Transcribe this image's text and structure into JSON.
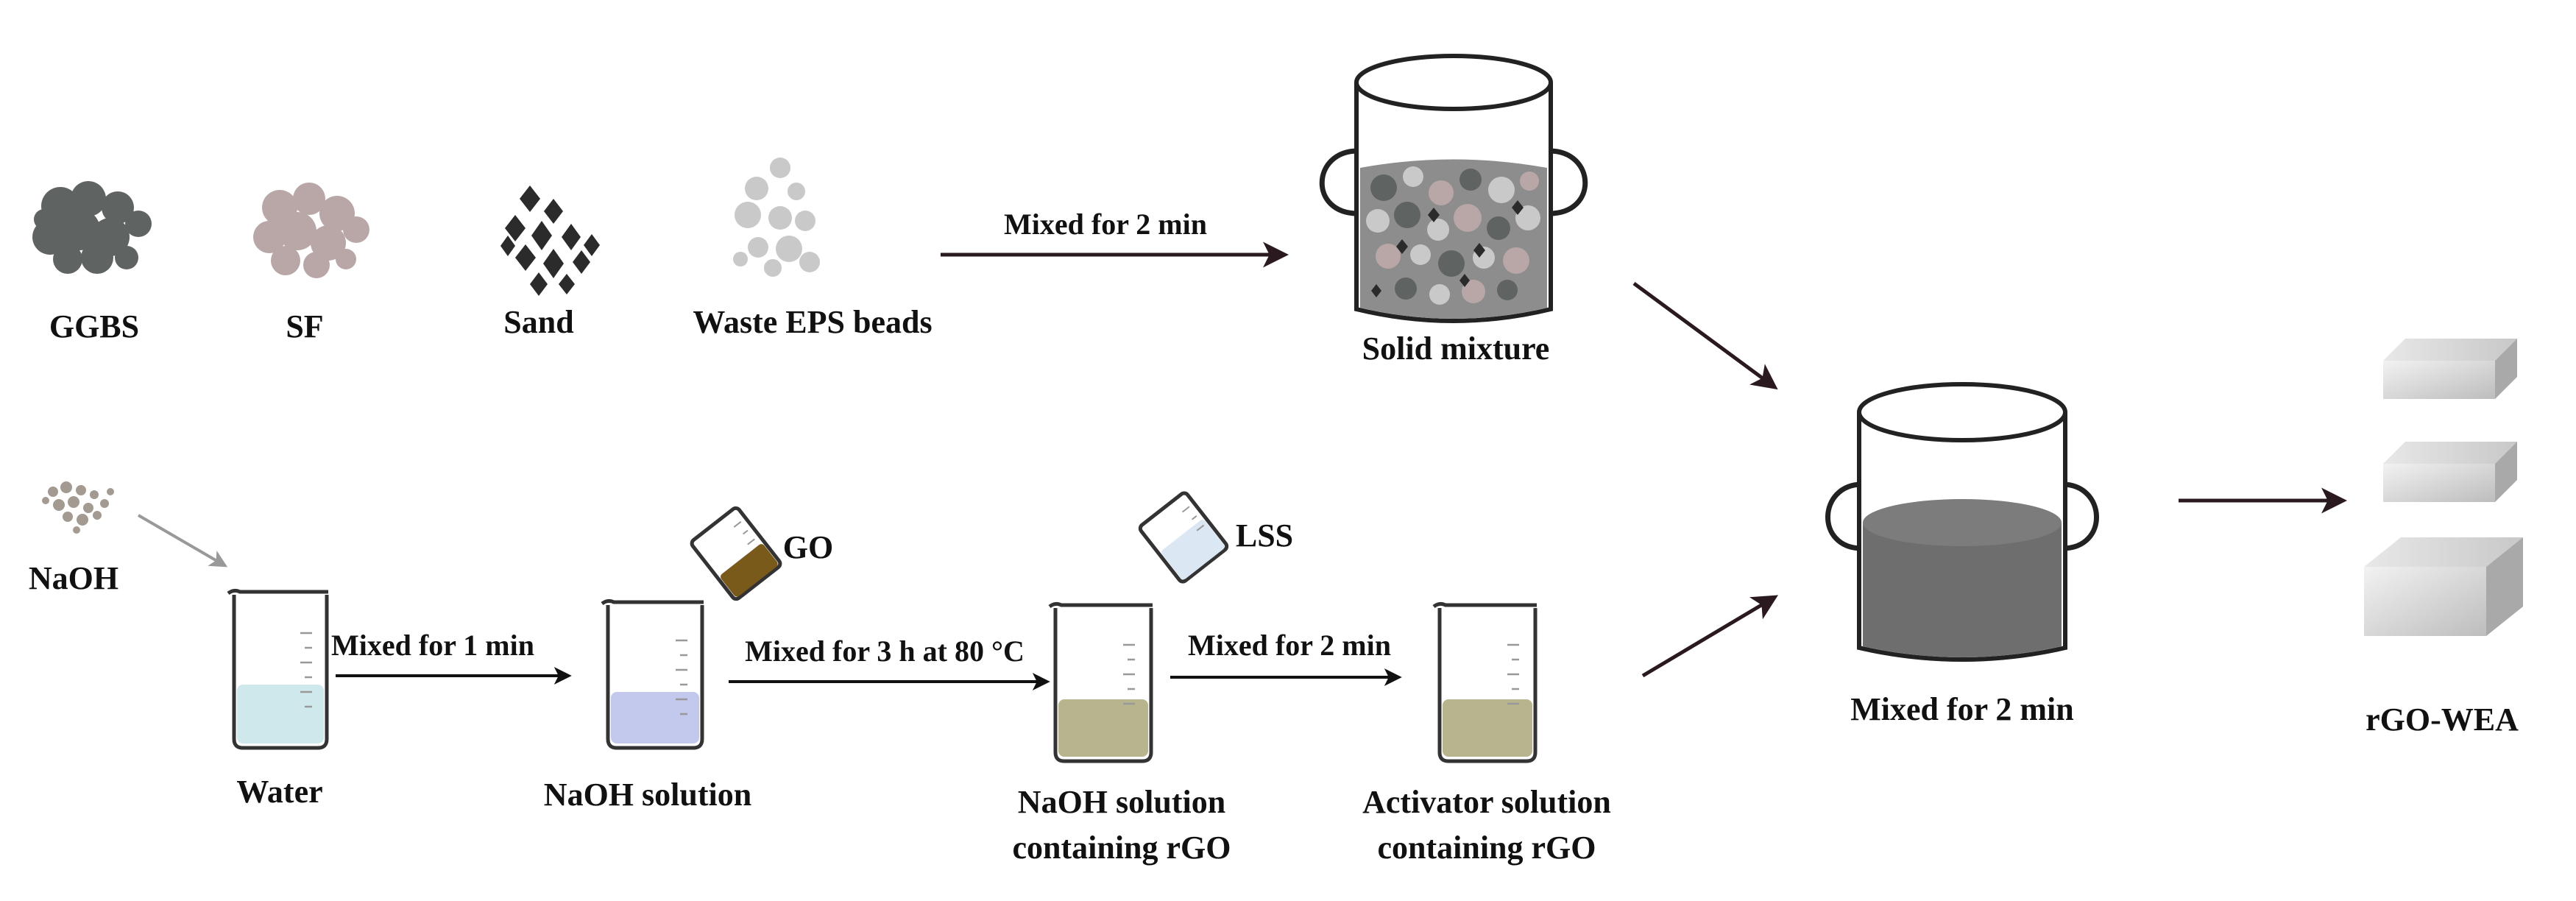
{
  "materials": {
    "ggbs": "GGBS",
    "sf": "SF",
    "sand": "Sand",
    "eps": "Waste EPS beads",
    "naoh": "NaOH"
  },
  "steps": {
    "mix_solids": "Mixed for 2 min",
    "solid_mixture": "Solid mixture",
    "mix_1min": "Mixed for 1 min",
    "mix_3h": "Mixed for 3 h at 80 °C",
    "mix_2min_small": "Mixed for 2 min",
    "final_mix": "Mixed for 2 min",
    "product": "rGO-WEA"
  },
  "reagents": {
    "go": "GO",
    "lss": "LSS"
  },
  "solutions": {
    "water": "Water",
    "naoh_solution": "NaOH solution",
    "naoh_rgo_line1": "NaOH solution",
    "naoh_rgo_line2": "containing rGO",
    "activator_line1": "Activator solution",
    "activator_line2": "containing rGO"
  },
  "colors": {
    "ggbs": "#5f6362",
    "sf": "#b9a7a7",
    "sand": "#2b2b2b",
    "eps": "#c9c9c9",
    "water": "#cfe8ec",
    "naoh_solution": "#c3c9ec",
    "rgo_solution": "#b8b58e",
    "go": "#7a5a1a",
    "lss": "#dbe7f3",
    "final_mix": "#6e6e6e",
    "arrow": "#2a1a1f"
  }
}
